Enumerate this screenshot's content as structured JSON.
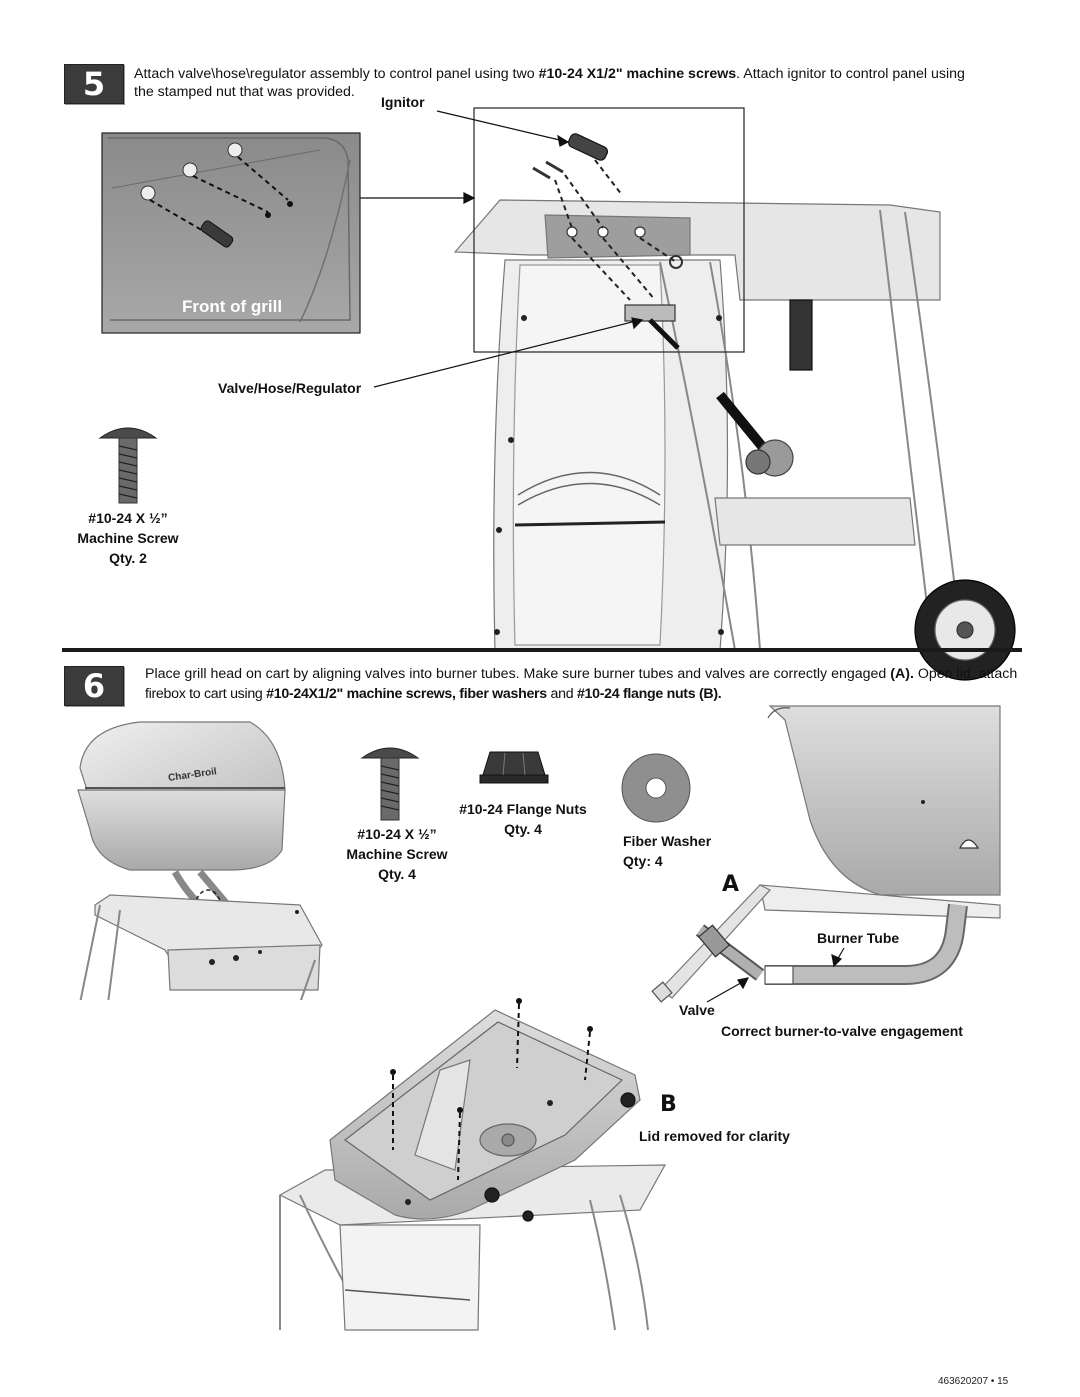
{
  "step5": {
    "number": "5",
    "text_a": "Attach valve\\hose\\regulator assembly to control panel using two ",
    "text_bold": "#10-24 X1/2\" machine screws",
    "text_b": ". Attach ignitor to control panel using",
    "text_c": "the  stamped nut that was provided.",
    "callout_ignitor": "Ignitor",
    "inset_label": "Front of grill",
    "callout_valve": "Valve/Hose/Regulator",
    "screw_size": "#10-24 X ½”",
    "screw_name": "Machine Screw",
    "screw_qty": "Qty. 2"
  },
  "step6": {
    "number": "6",
    "text_a": "Place grill head on cart by aligning valves into burner tubes. Make sure burner tubes and valves are correctly engaged ",
    "text_a_bold": "(A).",
    "text_a2": " Open lid, attach",
    "text_b": "firebox to cart using ",
    "text_b_bold1": "#10-24X1/2\" machine screws, fiber washers",
    "text_b_and": " and ",
    "text_b_bold2": "#10-24 flange nuts (B).",
    "screw_size": "#10-24 X ½”",
    "screw_name": "Machine Screw",
    "screw_qty": "Qty. 4",
    "nut_name": "#10-24 Flange Nuts",
    "nut_qty": "Qty. 4",
    "washer_name": "Fiber Washer",
    "washer_qty": "Qty: 4",
    "label_a": "A",
    "callout_burner": "Burner Tube",
    "callout_valve": "Valve",
    "caption_a": "Correct burner-to-valve engagement",
    "label_b": "B",
    "caption_b": "Lid removed for clarity",
    "lid_logo": "Char-Broil"
  },
  "footer": {
    "page_ref": "463620207 • 15"
  }
}
